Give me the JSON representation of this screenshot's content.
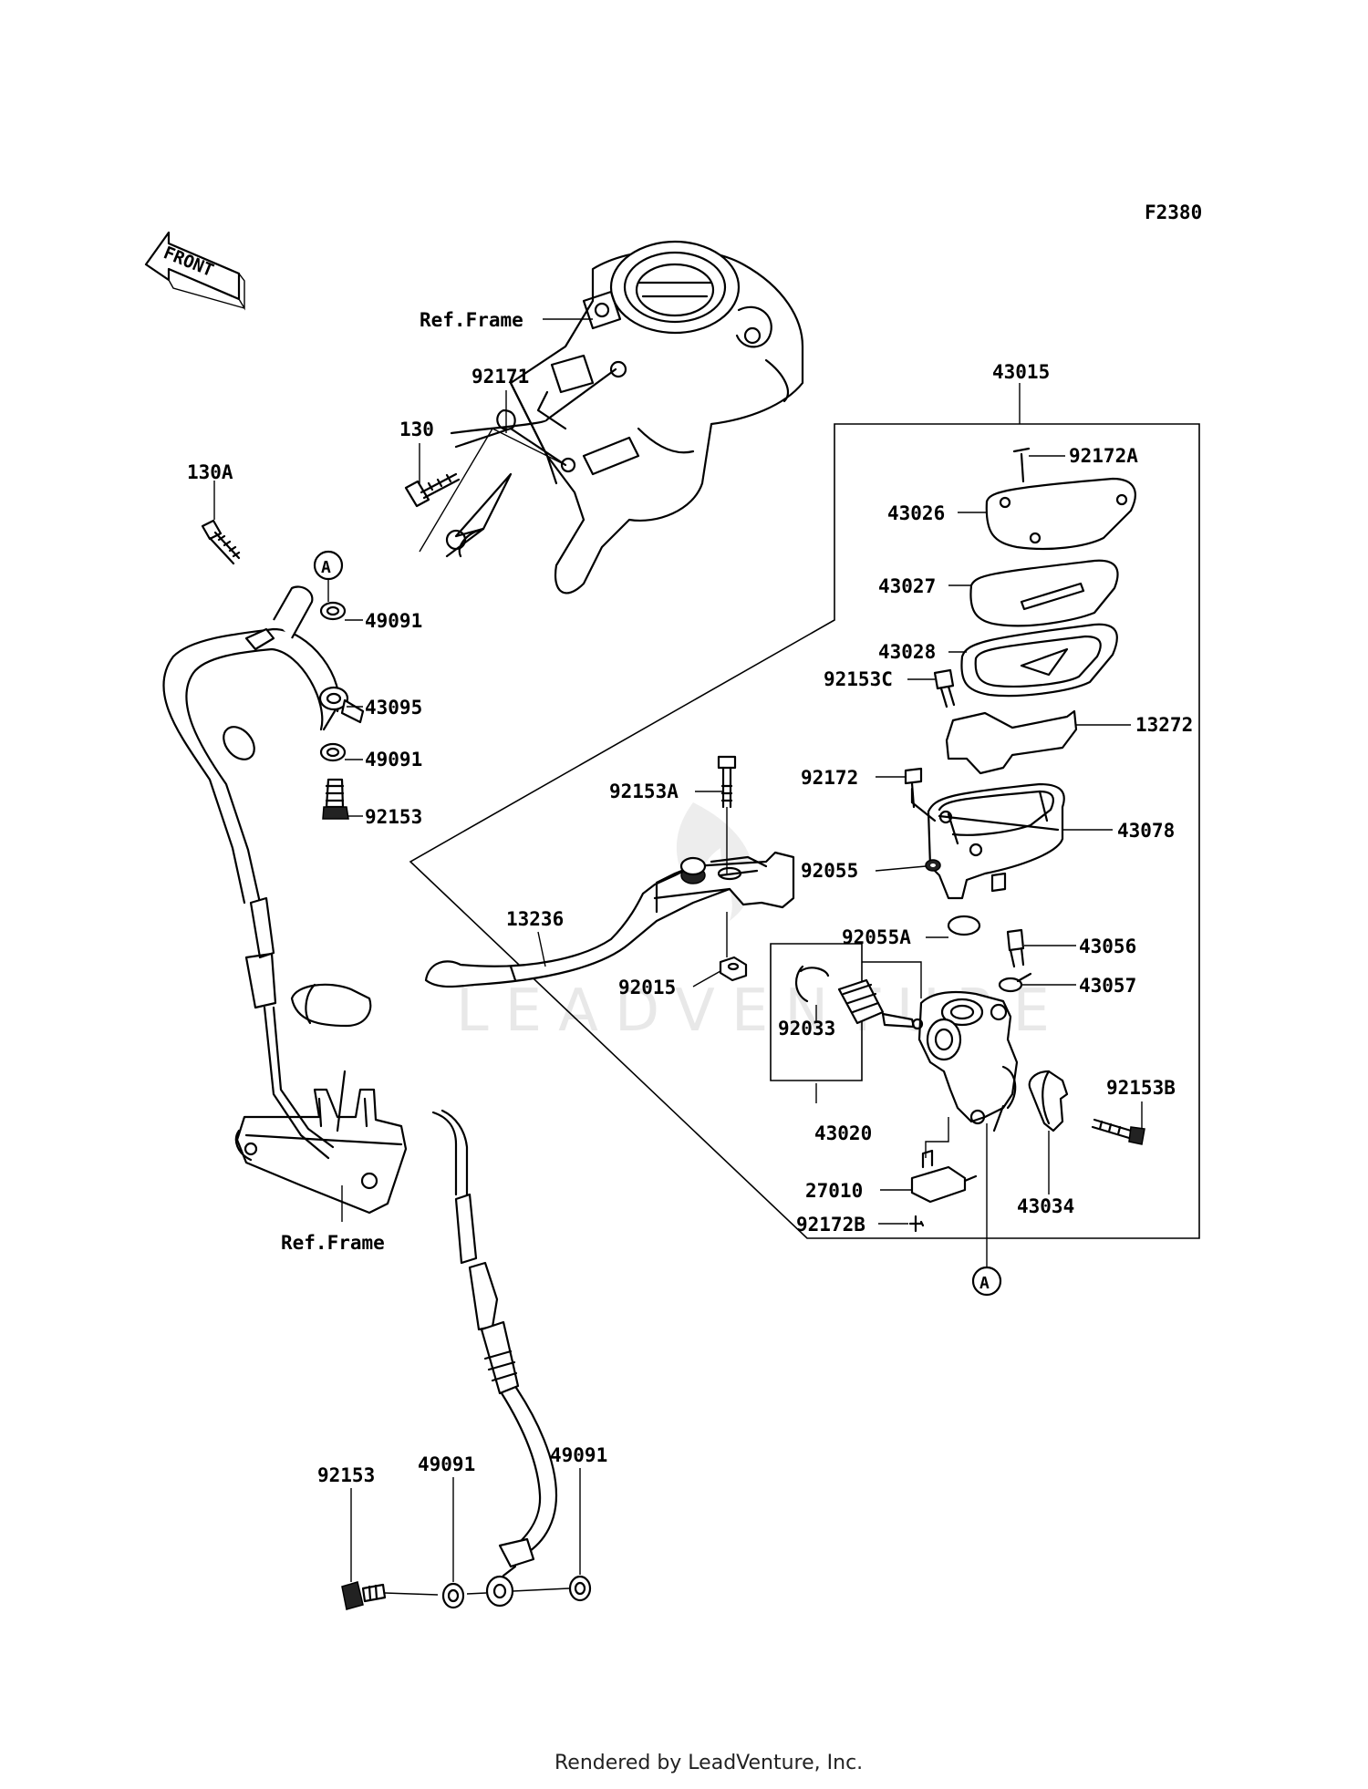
{
  "diagram_code": "F2380",
  "front_label": "FRONT",
  "ref_frame_top": "Ref.Frame",
  "ref_frame_bottom": "Ref.Frame",
  "footer": "Rendered by LeadVenture, Inc.",
  "watermark": "LEADVENTURE",
  "callout_letter": "A",
  "parts": {
    "p92171": "92171",
    "p130": "130",
    "p130A": "130A",
    "p49091_top": "49091",
    "p43095": "43095",
    "p49091_mid": "49091",
    "p92153_top": "92153",
    "p43015": "43015",
    "p92172A": "92172A",
    "p43026": "43026",
    "p43027": "43027",
    "p43028": "43028",
    "p92153C": "92153C",
    "p13272": "13272",
    "p92172": "92172",
    "p43078": "43078",
    "p92153A": "92153A",
    "p92055": "92055",
    "p13236": "13236",
    "p92055A": "92055A",
    "p43056": "43056",
    "p43057": "43057",
    "p92015": "92015",
    "p92033": "92033",
    "p43020": "43020",
    "p92153B": "92153B",
    "p27010": "27010",
    "p43034": "43034",
    "p92172B": "92172B",
    "p92153_bot": "92153",
    "p49091_bot1": "49091",
    "p49091_bot2": "49091"
  }
}
